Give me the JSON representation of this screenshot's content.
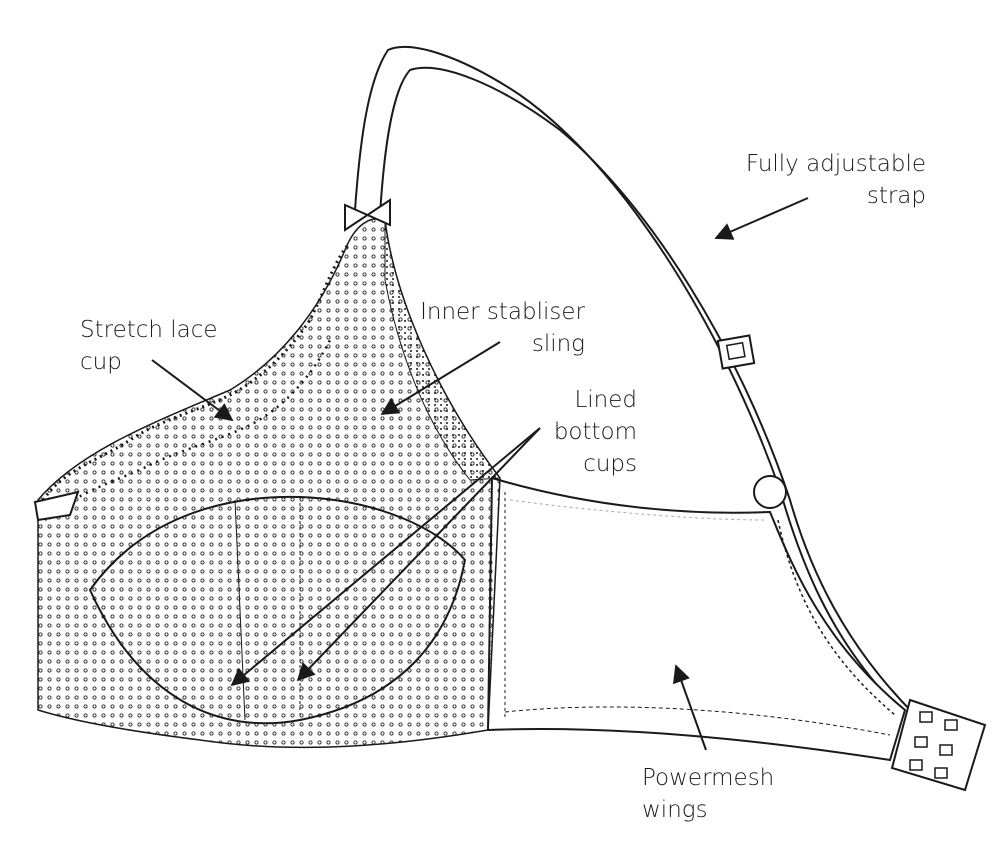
{
  "labels": {
    "strap": "Fully adjustable\nstrap",
    "lace_cup": "Stretch lace\ncup",
    "sling": "Inner stabliser\nsling",
    "bottom_cups": "Lined\nbottom\ncups",
    "wings": "Powermesh\nwings"
  },
  "colors": {
    "line": "#1a1a1a",
    "fill": "#ffffff"
  }
}
